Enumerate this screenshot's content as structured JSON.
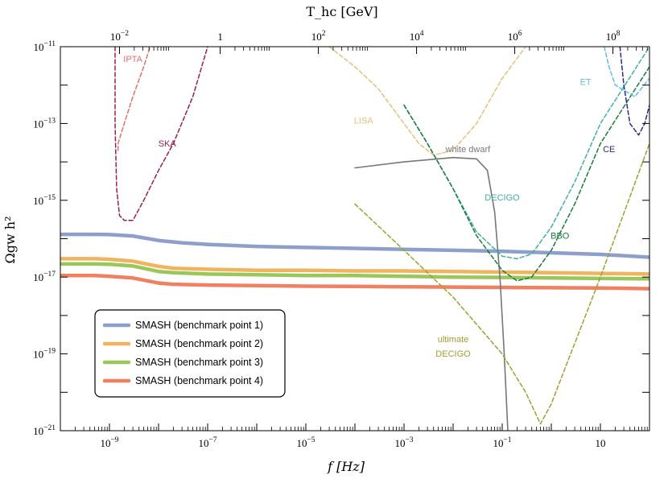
{
  "chart_data": {
    "type": "line",
    "xlabel": "f [Hz]",
    "ylabel": "Ω_gw h²",
    "top_axis_label": "T_hc [GeV]",
    "x_scale": "log",
    "y_scale": "log",
    "xlim": [
      1e-10,
      100
    ],
    "ylim": [
      1e-21,
      1e-11
    ],
    "top_axis_ticks": [
      {
        "label": "10^-2",
        "f_hz": 1.6e-09
      },
      {
        "label": "1",
        "f_hz": 1.8e-07
      },
      {
        "label": "10^2",
        "f_hz": 1.8e-05
      },
      {
        "label": "10^4",
        "f_hz": 0.0018
      },
      {
        "label": "10^6",
        "f_hz": 0.18
      },
      {
        "label": "10^8",
        "f_hz": 18.0
      }
    ],
    "x_tick_labels": [
      "10^-9",
      "10^-7",
      "10^-5",
      "10^-3",
      "10^-1",
      "10"
    ],
    "y_tick_labels": [
      "10^-21",
      "10^-19",
      "10^-17",
      "10^-15",
      "10^-13",
      "10^-11"
    ],
    "legend": {
      "placement": "lower-left",
      "entries": [
        "SMASH (benchmark point 1)",
        "SMASH (benchmark point 2)",
        "SMASH (benchmark point 3)",
        "SMASH (benchmark point 4)"
      ]
    },
    "series": [
      {
        "name": "SMASH (benchmark point 1)",
        "color": "#8da0cb",
        "style": "solid-thick",
        "x": [
          1e-10,
          5e-10,
          1e-09,
          3e-09,
          1e-08,
          3e-08,
          1e-07,
          1e-06,
          1e-05,
          0.0001,
          0.001,
          0.01,
          0.1,
          1,
          10,
          100
        ],
        "y": [
          1.3e-16,
          1.3e-16,
          1.28e-16,
          1.18e-16,
          9e-17,
          7.8e-17,
          7.1e-17,
          6.3e-17,
          5.9e-17,
          5.6e-17,
          5.3e-17,
          5e-17,
          4.7e-17,
          4.3e-17,
          3.9e-17,
          3.3e-17
        ]
      },
      {
        "name": "SMASH (benchmark point 2)",
        "color": "#f0b45e",
        "style": "solid-thick",
        "x": [
          1e-10,
          5e-10,
          1e-09,
          3e-09,
          1e-08,
          2e-08,
          1e-07,
          1e-06,
          1e-05,
          0.0001,
          0.001,
          0.01,
          0.1,
          1,
          10,
          100
        ],
        "y": [
          3e-17,
          3e-17,
          2.9e-17,
          2.6e-17,
          1.9e-17,
          1.7e-17,
          1.6e-17,
          1.5e-17,
          1.5e-17,
          1.45e-17,
          1.45e-17,
          1.4e-17,
          1.35e-17,
          1.3e-17,
          1.25e-17,
          1.2e-17
        ]
      },
      {
        "name": "SMASH (benchmark point 3)",
        "color": "#9bc75a",
        "style": "solid-thick",
        "x": [
          1e-10,
          5e-10,
          1e-09,
          3e-09,
          1e-08,
          2e-08,
          1e-07,
          1e-06,
          1e-05,
          0.0001,
          0.001,
          0.01,
          0.1,
          1,
          10,
          100
        ],
        "y": [
          2.2e-17,
          2.2e-17,
          2.15e-17,
          1.95e-17,
          1.4e-17,
          1.3e-17,
          1.2e-17,
          1.15e-17,
          1.1e-17,
          1.1e-17,
          1.05e-17,
          1e-17,
          9.8e-18,
          9.5e-18,
          9.2e-18,
          9e-18
        ]
      },
      {
        "name": "SMASH (benchmark point 4)",
        "color": "#f08060",
        "style": "solid-thick",
        "x": [
          1e-10,
          5e-10,
          1e-09,
          3e-09,
          1e-08,
          2e-08,
          1e-07,
          1e-06,
          1e-05,
          0.0001,
          0.001,
          0.01,
          0.1,
          1,
          10,
          100
        ],
        "y": [
          1.1e-17,
          1.1e-17,
          1.05e-17,
          9.5e-18,
          7e-18,
          6.5e-18,
          6.2e-18,
          6e-18,
          5.8e-18,
          5.7e-18,
          5.6e-18,
          5.5e-18,
          5.4e-18,
          5.3e-18,
          5.2e-18,
          5e-18
        ]
      },
      {
        "name": "IPTA",
        "color": "#e07070",
        "style": "dashed",
        "x": [
          1.5e-09,
          1.5e-09,
          2e-09,
          3e-09,
          5e-09,
          8e-09
        ],
        "y": [
          2e-14,
          3e-14,
          1e-13,
          5e-13,
          3e-12,
          2e-11
        ]
      },
      {
        "name": "SKA",
        "color": "#9b1f4a",
        "style": "dashed",
        "x": [
          1.3e-09,
          1.3e-09,
          1.4e-09,
          1.6e-09,
          2e-09,
          3e-09,
          5e-09,
          1e-08,
          2e-08,
          5e-08,
          1e-07
        ],
        "y": [
          1e-11,
          1e-13,
          2e-15,
          4e-16,
          3e-16,
          3e-16,
          1e-15,
          6e-15,
          3e-14,
          5e-13,
          1e-11
        ]
      },
      {
        "name": "LISA",
        "color": "#e5c07a",
        "style": "dashed",
        "x": [
          3e-05,
          0.0001,
          0.0003,
          0.001,
          0.002,
          0.004,
          0.01,
          0.03,
          0.1,
          0.3
        ],
        "y": [
          1e-11,
          3e-12,
          8e-13,
          1e-13,
          3e-14,
          1.5e-14,
          2e-14,
          1e-13,
          1.5e-12,
          1e-11
        ]
      },
      {
        "name": "white dwarf",
        "color": "#777777",
        "style": "solid",
        "x": [
          0.0001,
          0.001,
          0.01,
          0.03,
          0.05,
          0.07,
          0.09,
          0.11,
          0.13
        ],
        "y": [
          7e-15,
          1e-14,
          1.3e-14,
          1.2e-14,
          6e-15,
          5e-16,
          1e-17,
          1e-19,
          1e-21
        ]
      },
      {
        "name": "DECIGO",
        "color": "#40b0a0",
        "style": "dashed",
        "x": [
          0.001,
          0.003,
          0.01,
          0.03,
          0.1,
          0.2,
          0.4,
          1,
          3,
          10,
          100
        ],
        "y": [
          3e-13,
          3e-14,
          2e-15,
          1.5e-16,
          3.5e-17,
          3e-17,
          4e-17,
          2e-16,
          3e-15,
          1e-13,
          1e-11
        ]
      },
      {
        "name": "BBO",
        "color": "#1a7a3a",
        "style": "dashed",
        "x": [
          0.001,
          0.003,
          0.01,
          0.03,
          0.1,
          0.2,
          0.4,
          1,
          3,
          10,
          100
        ],
        "y": [
          3e-13,
          3e-14,
          2e-15,
          1.2e-16,
          1.5e-17,
          8e-18,
          1e-17,
          5e-17,
          8e-16,
          3e-14,
          3e-12
        ]
      },
      {
        "name": "ultimate DECIGO",
        "color": "#a0a030",
        "style": "dashed",
        "x": [
          0.0001,
          0.001,
          0.01,
          0.1,
          0.3,
          0.6,
          1,
          2,
          5,
          10,
          100
        ],
        "y": [
          8e-16,
          5e-17,
          3e-18,
          1e-19,
          1e-20,
          1.5e-21,
          5e-21,
          5e-20,
          1e-18,
          1e-17,
          3e-14
        ]
      },
      {
        "name": "ET",
        "color": "#60c0e0",
        "style": "dashed",
        "x": [
          12,
          15,
          20,
          50,
          100
        ],
        "y": [
          1e-11,
          3e-12,
          1e-12,
          5e-13,
          1.5e-12
        ]
      },
      {
        "name": "CE",
        "color": "#2a2a8a",
        "style": "dashed",
        "x": [
          25,
          30,
          40,
          60,
          80,
          100
        ],
        "y": [
          1e-11,
          1e-12,
          1e-13,
          5e-14,
          1e-13,
          3e-13
        ]
      }
    ],
    "curve_labels": [
      {
        "text": "IPTA",
        "x": 3e-09,
        "y": 4e-12,
        "color": "#e07070"
      },
      {
        "text": "SKA",
        "x": 1.5e-08,
        "y": 2.5e-14,
        "color": "#9b1f4a"
      },
      {
        "text": "LISA",
        "x": 0.00015,
        "y": 1e-13,
        "color": "#e5c07a"
      },
      {
        "text": "white dwarf",
        "x": 0.02,
        "y": 1.8e-14,
        "color": "#777777"
      },
      {
        "text": "DECIGO",
        "x": 0.1,
        "y": 1e-15,
        "color": "#40b0a0"
      },
      {
        "text": "BBO",
        "x": 1.5,
        "y": 1e-16,
        "color": "#1a7a3a"
      },
      {
        "text": "ultimate DECIGO",
        "x": 0.01,
        "y": 2e-19,
        "color": "#a0a030",
        "multiline": [
          "ultimate",
          "DECIGO"
        ]
      },
      {
        "text": "ET",
        "x": 5,
        "y": 1e-12,
        "color": "#60c0e0"
      },
      {
        "text": "CE",
        "x": 15,
        "y": 1.8e-14,
        "color": "#2a2a8a"
      }
    ]
  }
}
